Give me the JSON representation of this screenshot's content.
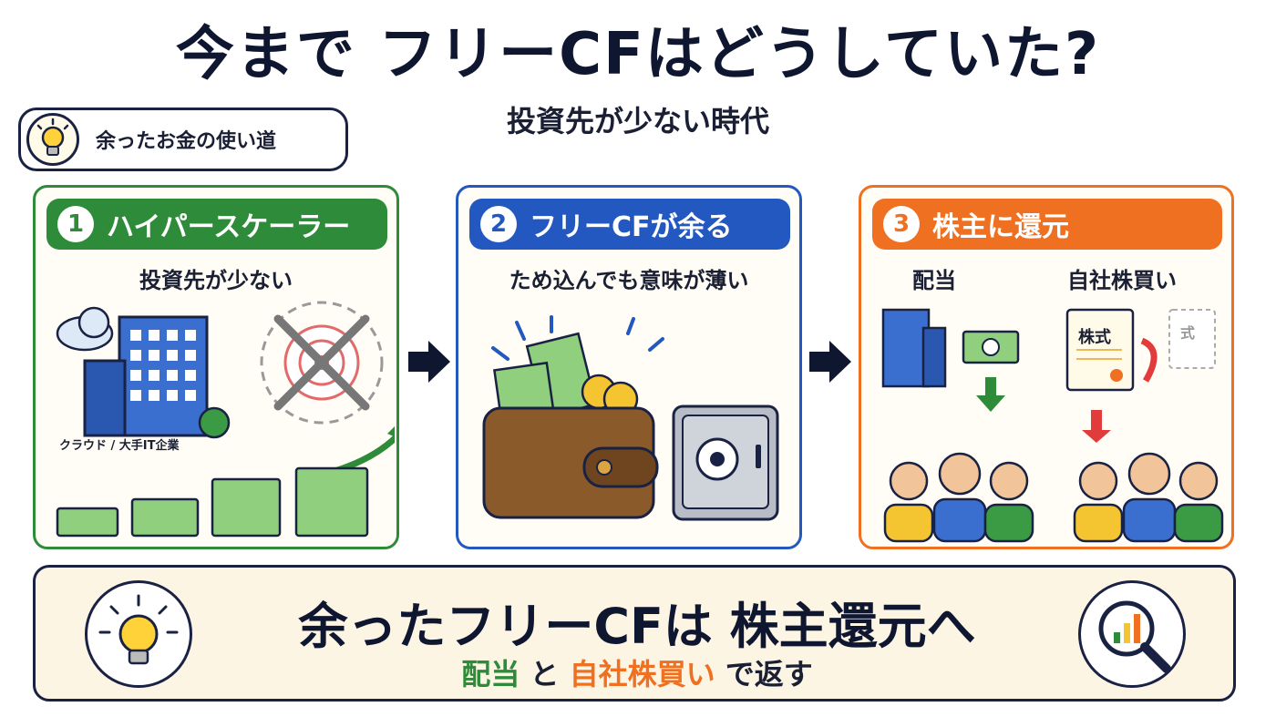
{
  "title": "今まで フリーCFはどうしていた?",
  "subtitle": "投資先が少ない時代",
  "tag_label": "余ったお金の使い道",
  "panel1": {
    "number": "1",
    "title": "ハイパースケーラー",
    "sub": "投資先が少ない",
    "caption": "クラウド / 大手IT企業",
    "color": "#2e8b3a"
  },
  "panel2": {
    "number": "2",
    "title": "フリーCFが余る",
    "sub": "ため込んでも意味が薄い",
    "color": "#2358c0"
  },
  "panel3": {
    "number": "3",
    "title": "株主に還元",
    "left_label": "配当",
    "right_label": "自社株買い",
    "stock_label": "株式",
    "stock_label_faded": "式",
    "color": "#f07022"
  },
  "summary": {
    "main": "余ったフリーCFは 株主還元へ",
    "part1": "配当",
    "and": " と ",
    "part2": "自社株買い",
    "tail": " で返す"
  }
}
